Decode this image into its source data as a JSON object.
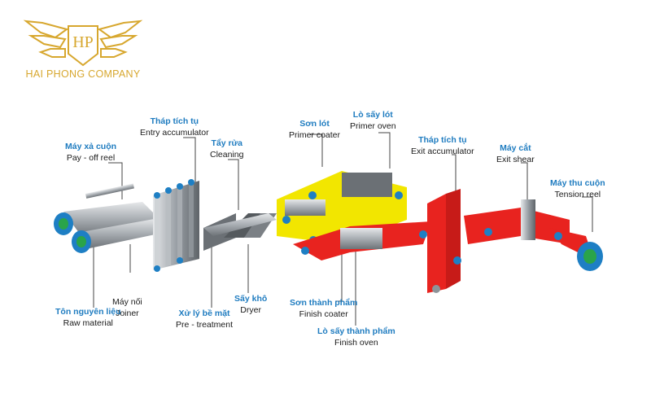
{
  "logo": {
    "initials": "HP",
    "company_name": "HAI PHONG COMPANY",
    "color": "#d7a72e"
  },
  "colors": {
    "label_vietnamese": "#1f7cc0",
    "label_english": "#1a1a1a",
    "primer_section": "#f2e600",
    "finish_section": "#e8231f",
    "roller_end": "#1e7fc4",
    "steel": "#9aa0a6"
  },
  "stations": [
    {
      "id": "pay-off-reel",
      "vi": "Máy xả cuộn",
      "en": "Pay - off reel"
    },
    {
      "id": "entry-accumulator",
      "vi": "Tháp tích tụ",
      "en": "Entry accumulator"
    },
    {
      "id": "cleaning",
      "vi": "Tẩy rửa",
      "en": "Cleaning"
    },
    {
      "id": "primer-coater",
      "vi": "Sơn lót",
      "en": "Primer coater"
    },
    {
      "id": "primer-oven",
      "vi": "Lò sấy lót",
      "en": "Primer oven"
    },
    {
      "id": "exit-accumulator",
      "vi": "Tháp tích tụ",
      "en": "Exit accumulator"
    },
    {
      "id": "exit-shear",
      "vi": "Máy cắt",
      "en": "Exit shear"
    },
    {
      "id": "tension-reel",
      "vi": "Máy thu cuộn",
      "en": "Tension reel"
    },
    {
      "id": "joiner",
      "vi": "",
      "en": "Máy nối\nJoiner"
    },
    {
      "id": "raw-material",
      "vi": "Tôn nguyên liệu",
      "en": "Raw material"
    },
    {
      "id": "pre-treatment",
      "vi": "Xử lý bề mặt",
      "en": "Pre - treatment"
    },
    {
      "id": "dryer",
      "vi": "Sấy khô",
      "en": "Dryer"
    },
    {
      "id": "finish-coater",
      "vi": "Sơn thành phẩm",
      "en": "Finish coater"
    },
    {
      "id": "finish-oven",
      "vi": "Lò sấy thành phẩm",
      "en": "Finish oven"
    }
  ]
}
